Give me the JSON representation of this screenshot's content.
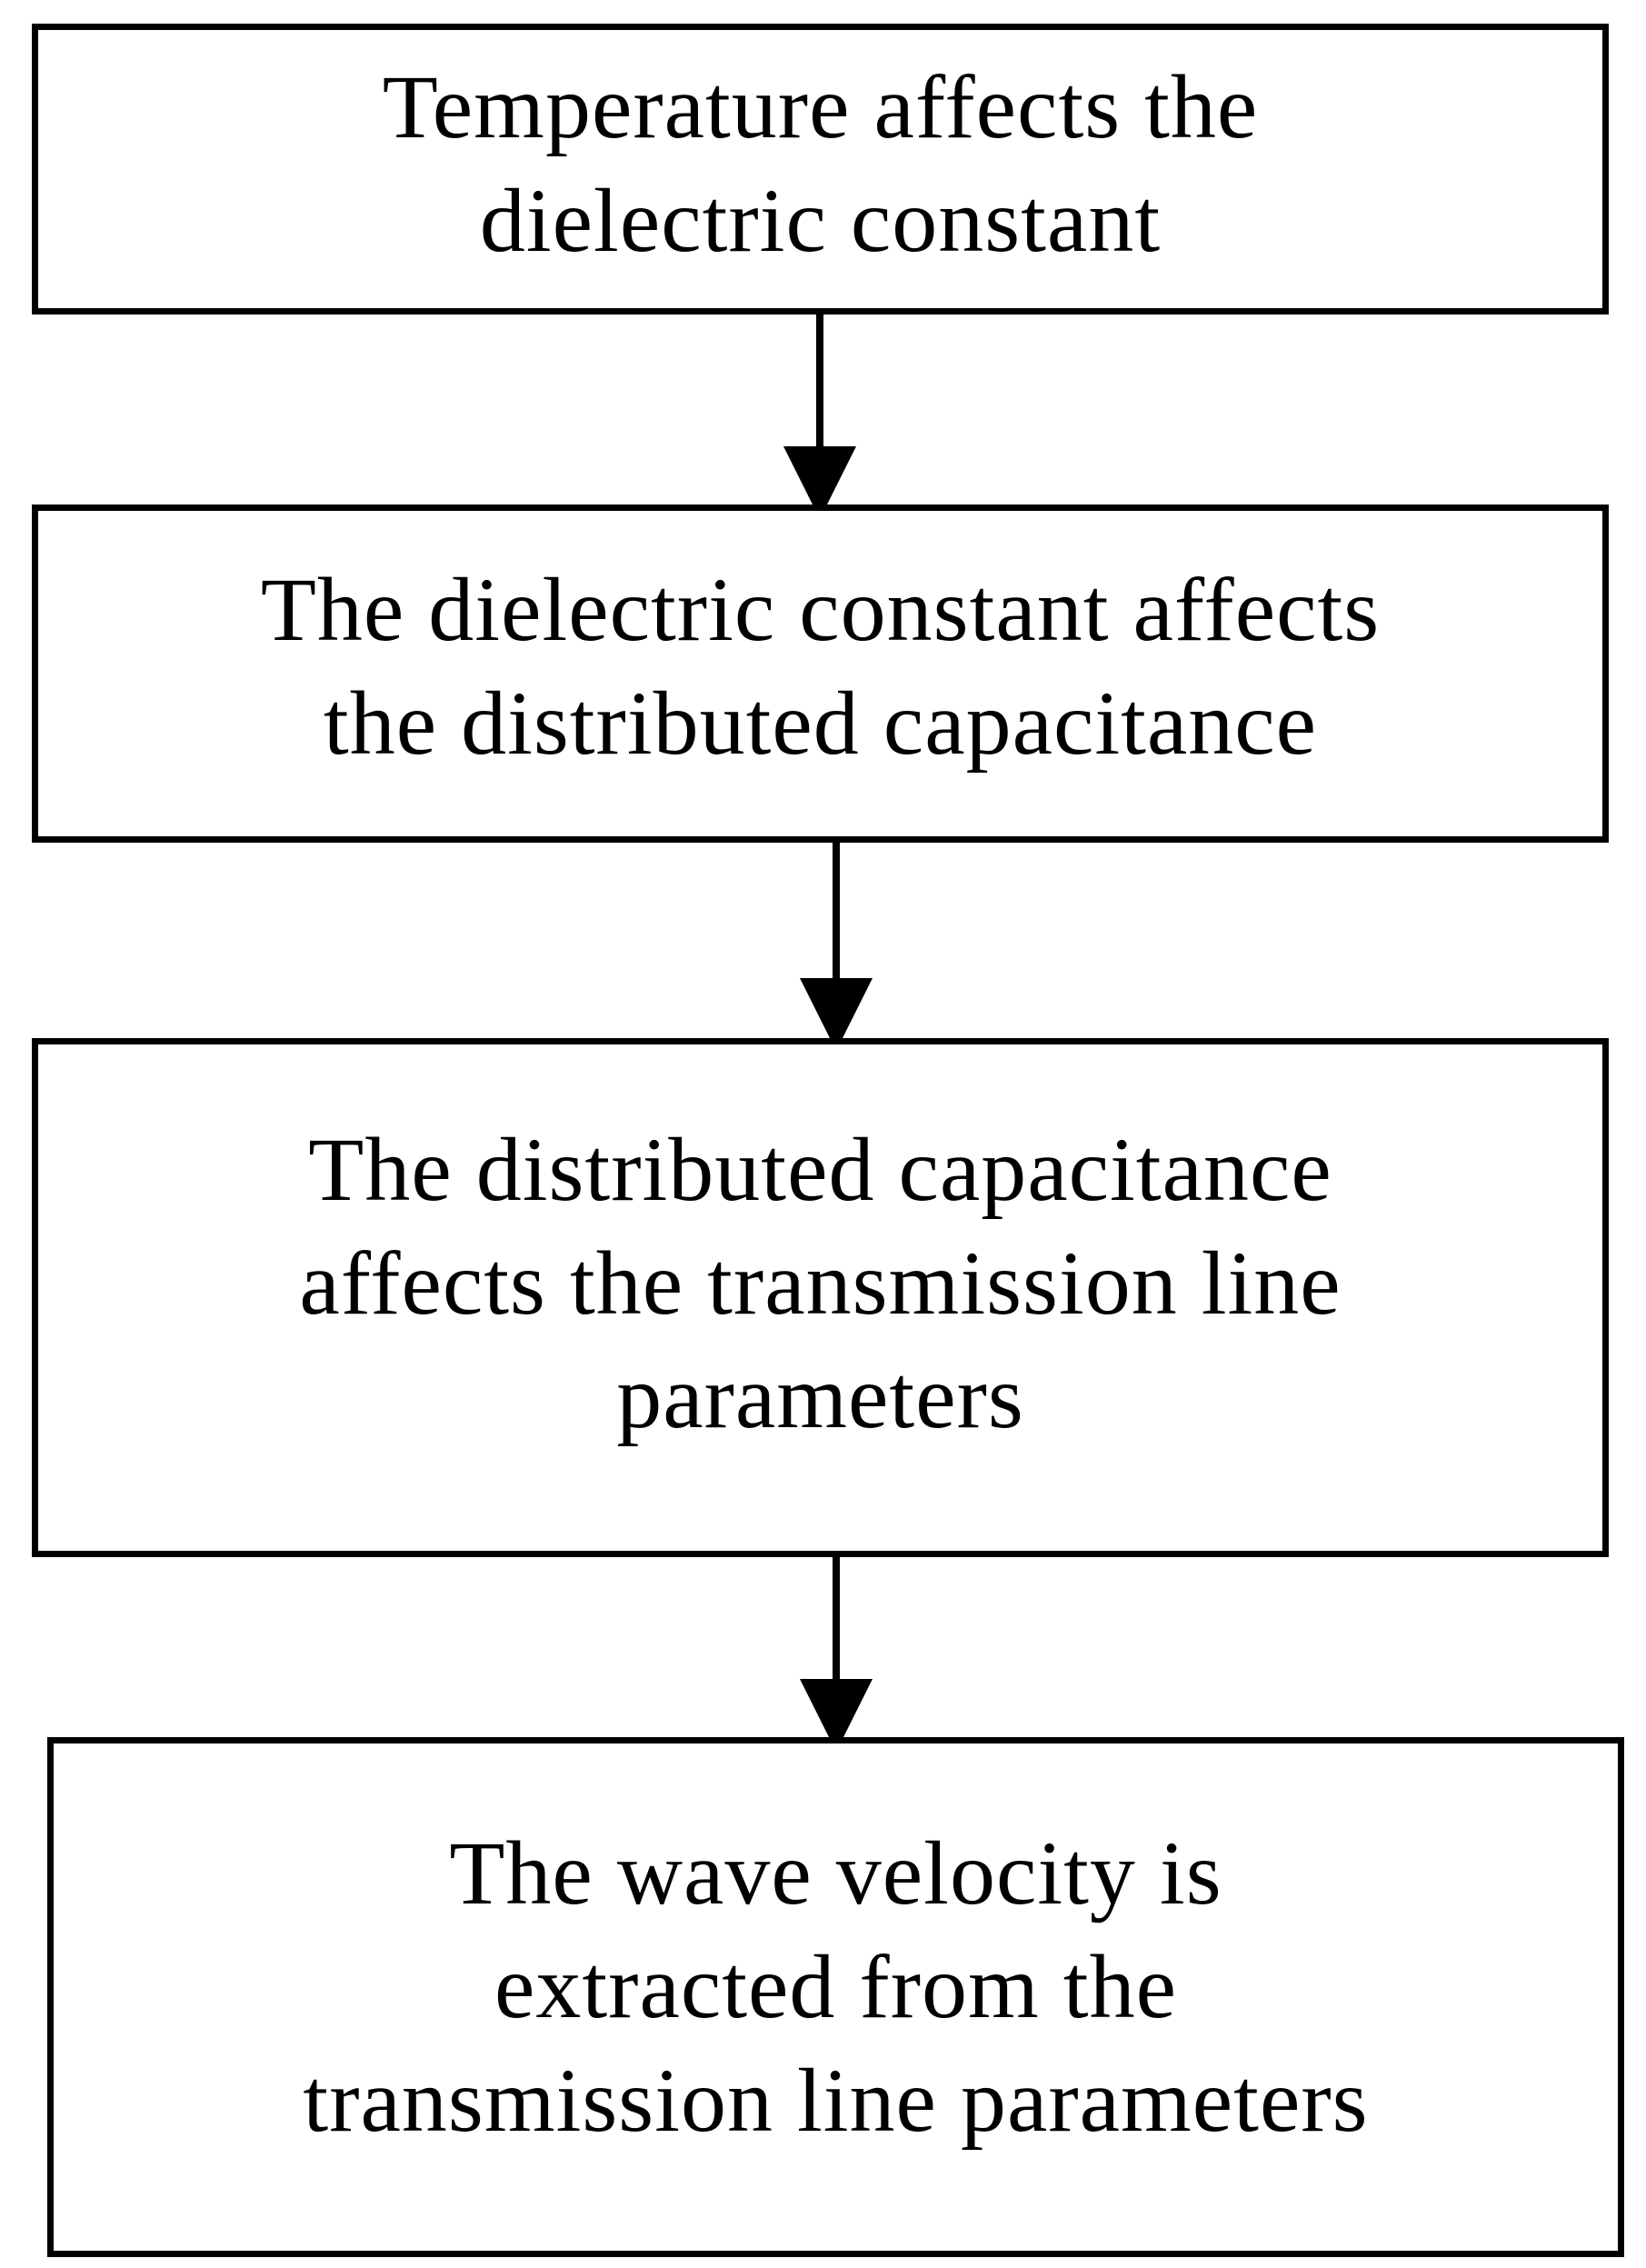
{
  "diagram": {
    "steps": [
      {
        "id": "temperature",
        "lines": [
          "Temperature affects the",
          "dielectric constant"
        ]
      },
      {
        "id": "dielectric",
        "lines": [
          "The dielectric constant affects",
          "the distributed capacitance"
        ]
      },
      {
        "id": "capacitance",
        "lines": [
          "The distributed capacitance",
          "affects the transmission line",
          "parameters"
        ]
      },
      {
        "id": "velocity",
        "lines": [
          "The wave velocity is",
          "extracted from the",
          "transmission line parameters"
        ]
      }
    ],
    "edges": [
      {
        "from": "temperature",
        "to": "dielectric"
      },
      {
        "from": "dielectric",
        "to": "capacitance"
      },
      {
        "from": "capacitance",
        "to": "velocity"
      }
    ],
    "colors": {
      "stroke": "#000000",
      "background": "#ffffff"
    }
  }
}
